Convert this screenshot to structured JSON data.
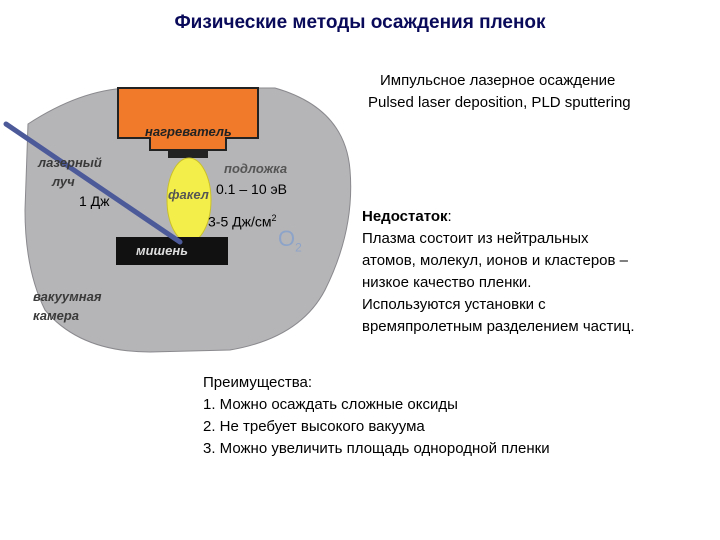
{
  "title": "Физические методы осаждения пленок",
  "subtitle_ru": "Импульсное лазерное осаждение",
  "subtitle_en": "Pulsed laser deposition, PLD sputtering",
  "diagram": {
    "heater": "нагреватель",
    "laser_beam_1": "лазерный",
    "laser_beam_2": "луч",
    "substrate": "подложка",
    "plume": "факел",
    "target": "мишень",
    "chamber_1": "вакуумная",
    "chamber_2": "камера",
    "energy_1j": "1 Дж",
    "energy_ev": "0.1 – 10 эВ",
    "fluence": "3-5 Дж/см",
    "fluence_sup": "2",
    "o2": "O",
    "o2_sub": "2"
  },
  "disadvantage": {
    "heading": "Недостаток",
    "colon": ":",
    "lines": [
      "Плазма состоит из нейтральных",
      "атомов, молекул, ионов и кластеров –",
      "низкое качество пленки.",
      "Используются установки с",
      "времяпролетным разделением частиц."
    ]
  },
  "advantages": {
    "heading": "Преимущества:",
    "items": [
      "1. Можно осаждать сложные оксиды",
      "2. Не требует высокого вакуума",
      "3. Можно увеличить площадь однородной пленки"
    ]
  },
  "colors": {
    "chamber": "#b5b5b8",
    "heater": "#f07a2a",
    "plume": "#f4ee4a",
    "target": "#111111",
    "laser": "#4d5a9a",
    "title": "#0a0a5a"
  }
}
